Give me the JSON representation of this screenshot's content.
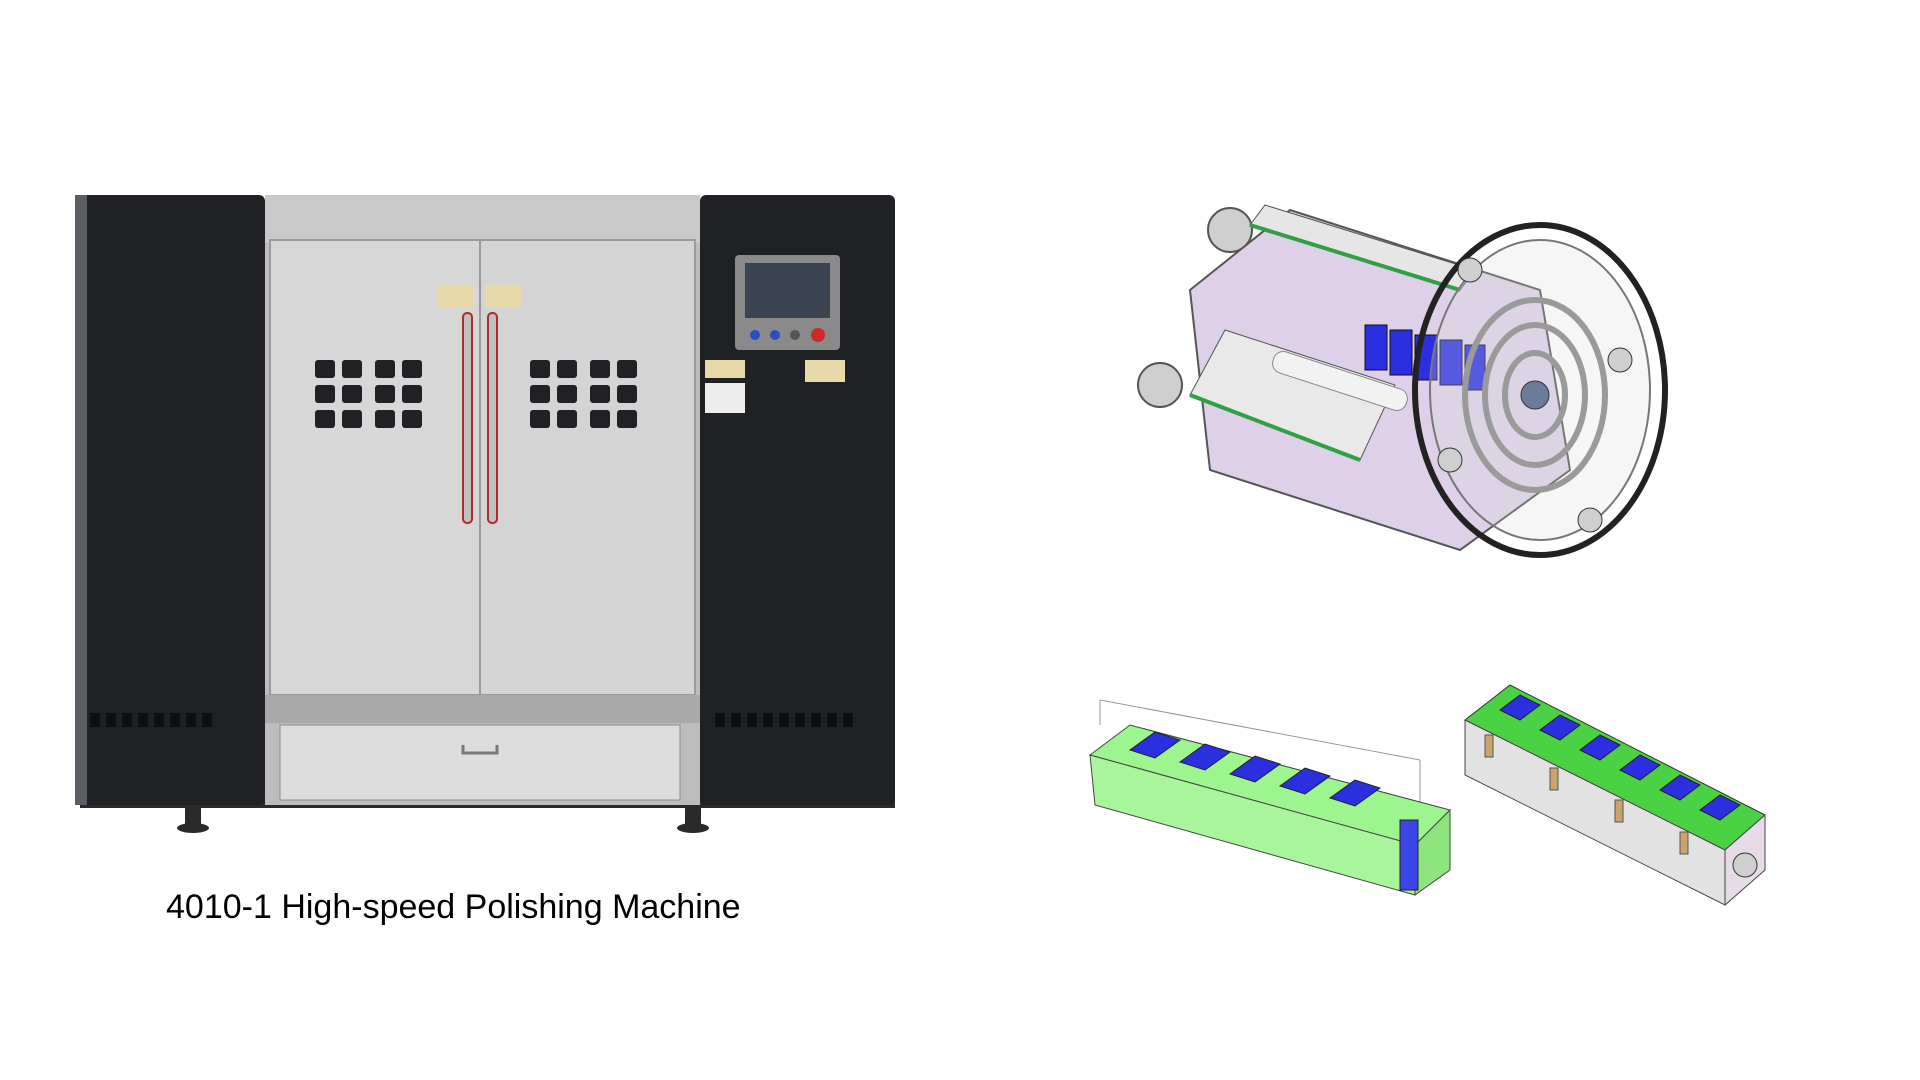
{
  "caption": "4010-1 High-speed Polishing Machine",
  "colors": {
    "cabinet": "#1e2024",
    "door": "#d6d6d6",
    "handle": "#b02a2a",
    "cad_green": "#9cf58e",
    "cad_blue": "#2b2fe0",
    "cad_lilac": "#ddd0e8",
    "cad_grey": "#e2e2e2"
  },
  "icons": [
    "machine-photo",
    "drum-cad-drawing",
    "tray-cad-drawing-green",
    "tray-cad-drawing-grey"
  ]
}
